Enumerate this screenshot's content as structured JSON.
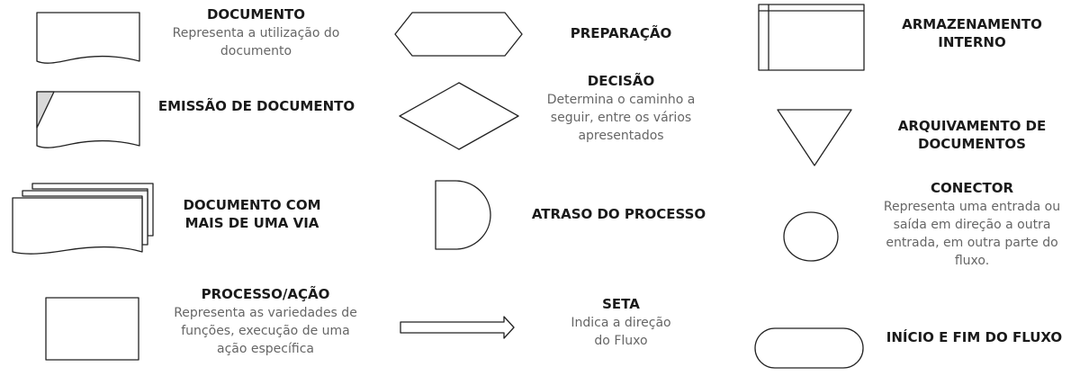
{
  "items": {
    "documento": {
      "title": "DOCUMENTO",
      "desc": "Representa a utilização do documento"
    },
    "emissao": {
      "title": "EMISSÃO DE DOCUMENTO"
    },
    "doc_multi": {
      "title_l1": "DOCUMENTO COM",
      "title_l2": "MAIS DE UMA VIA"
    },
    "processo": {
      "title": "PROCESSO/AÇÃO",
      "desc_l1": "Representa as variedades de",
      "desc_l2": "funções, execução de uma",
      "desc_l3": "ação específica"
    },
    "preparacao": {
      "title": "PREPARAÇÃO"
    },
    "decisao": {
      "title": "DECISÃO",
      "desc_l1": "Determina o caminho a",
      "desc_l2": "seguir, entre os vários",
      "desc_l3": "apresentados"
    },
    "atraso": {
      "title": "ATRASO DO PROCESSO"
    },
    "seta": {
      "title": "SETA",
      "desc_l1": "Indica a direção",
      "desc_l2": "do Fluxo"
    },
    "armazenamento": {
      "title_l1": "ARMAZENAMENTO",
      "title_l2": "INTERNO"
    },
    "arquivamento": {
      "title_l1": "ARQUIVAMENTO DE",
      "title_l2": "DOCUMENTOS"
    },
    "conector": {
      "title": "CONECTOR",
      "desc_l1": "Representa uma entrada ou",
      "desc_l2": "saída em direção a outra",
      "desc_l3": "entrada, em outra parte do",
      "desc_l4": "fluxo."
    },
    "inicio_fim": {
      "title": "INÍCIO E FIM DO FLUXO"
    }
  },
  "colors": {
    "stroke": "#222222",
    "fill": "#ffffff",
    "corner": "#d9d9d9"
  }
}
